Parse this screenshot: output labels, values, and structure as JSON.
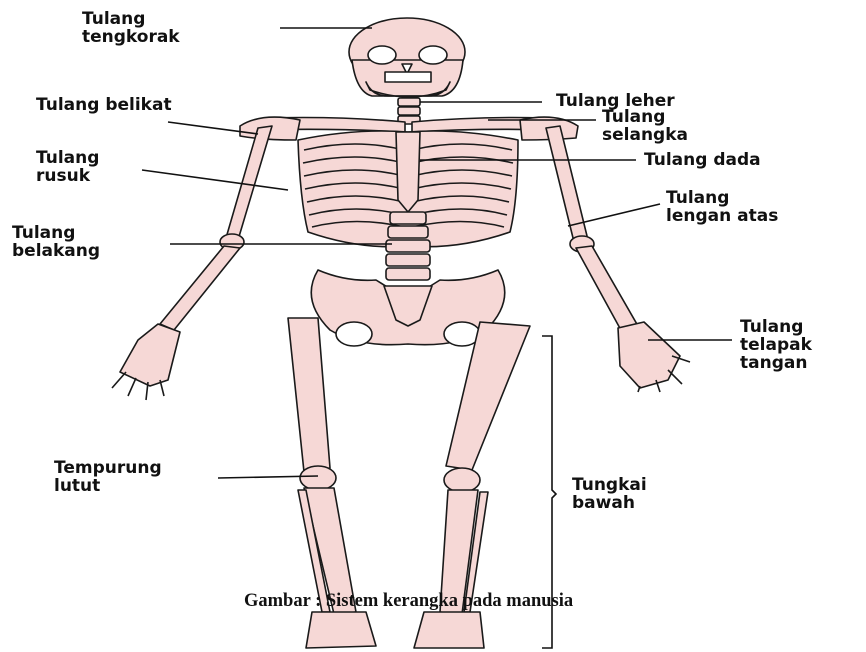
{
  "labels": {
    "tengkorak": [
      "Tulang",
      "tengkorak"
    ],
    "belikat": [
      "Tulang belikat"
    ],
    "rusuk": [
      "Tulang",
      "rusuk"
    ],
    "belakang": [
      "Tulang",
      "belakang"
    ],
    "tempurung": [
      "Tempurung",
      "lutut"
    ],
    "leher": [
      "Tulang leher"
    ],
    "selangka": [
      "Tulang",
      "selangka"
    ],
    "dada": [
      "Tulang dada"
    ],
    "lengan": [
      "Tulang",
      "lengan atas"
    ],
    "telapak": [
      "Tulang",
      "telapak",
      "tangan"
    ],
    "tungkai": [
      "Tungkai",
      "bawah"
    ]
  },
  "caption": "Gambar : Sistem kerangka pada manusia",
  "colors": {
    "bone": "#f6d8d6",
    "outline": "#1a1a1a",
    "text": "#111111"
  }
}
